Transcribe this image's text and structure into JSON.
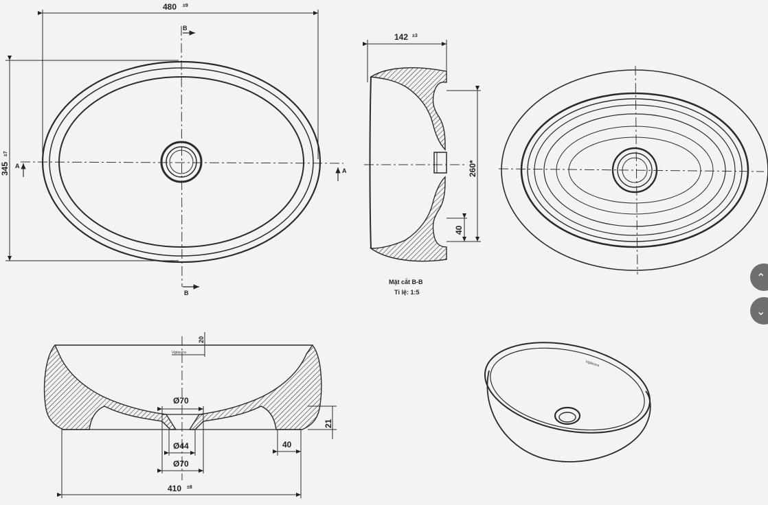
{
  "top_view": {
    "width_dim": "480",
    "width_tol": "±9",
    "height_dim": "345",
    "height_tol": "±7",
    "section_b_top": "B",
    "section_b_bottom": "B",
    "section_a_left": "A",
    "section_a_right": "A"
  },
  "section_view": {
    "depth_dim": "142",
    "depth_tol": "±3",
    "inner_dim": "260*",
    "foot_dim": "40",
    "caption_line1": "Mặt cắt B-B",
    "caption_line2": "Tỉ lệ: 1:5"
  },
  "side_view": {
    "rim_dim": "20",
    "brand": "Viglacera",
    "drain_outer_top": "Ø70",
    "drain_inner": "Ø44",
    "drain_outer_bottom": "Ø70",
    "height_dim": "21",
    "foot_dim": "40",
    "base_dim": "410",
    "base_tol": "±8"
  },
  "iso_view": {
    "brand": "Viglacera"
  },
  "nav": {
    "up_icon": "chevron-up-icon",
    "down_icon": "chevron-down-icon"
  }
}
